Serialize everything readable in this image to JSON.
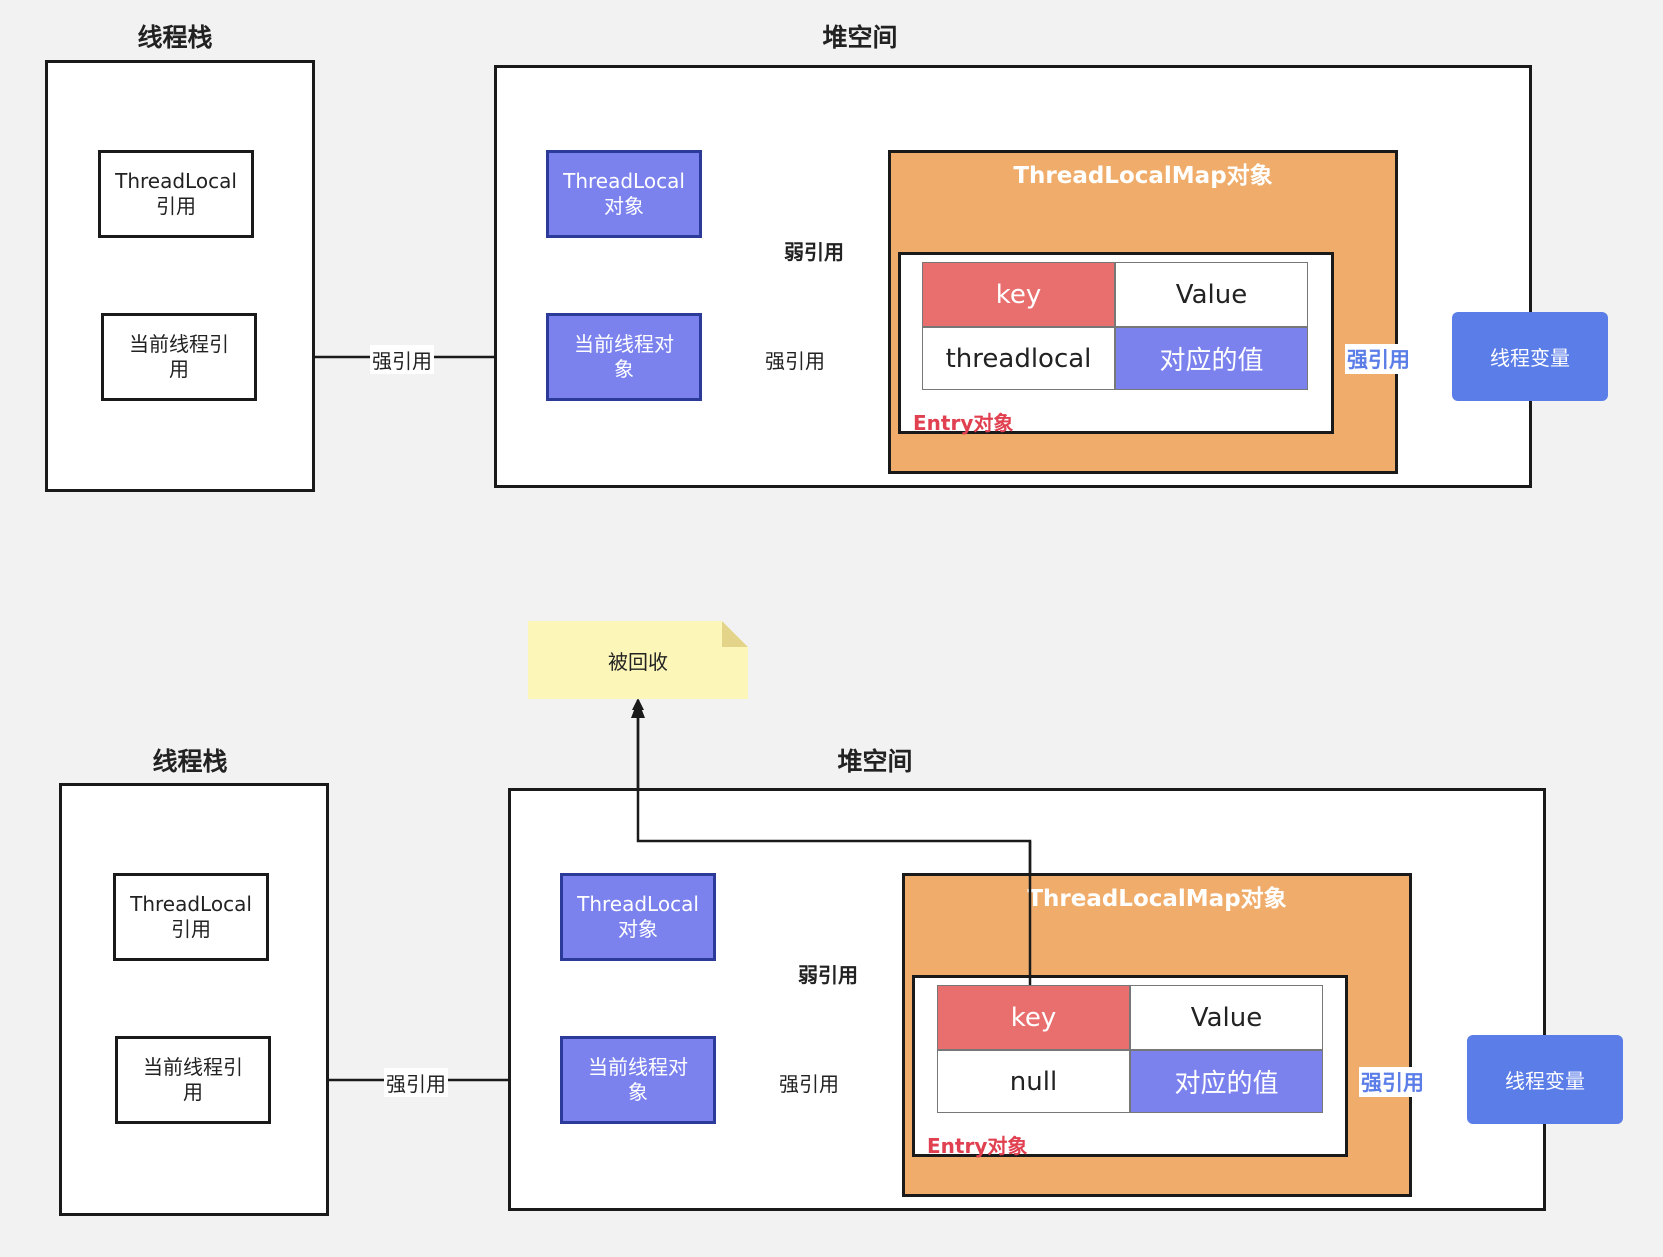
{
  "colors": {
    "background": "#f2f2f2",
    "purple": "#7b82ee",
    "map_orange": "#f0ac6a",
    "key_red": "#e96f6f",
    "thread_var_blue": "#5b7de8",
    "weak_ref_red": "#e96f6f",
    "entry_label_red": "#e04050",
    "note_yellow": "#fcf6b8"
  },
  "diagrams": [
    {
      "thread_stack_title": "线程栈",
      "heap_title": "堆空间",
      "threadlocal_ref": "ThreadLocal\n引用",
      "current_thread_ref": "当前线程引\n用",
      "strong_ref_label_1": "强引用",
      "threadlocal_obj": "ThreadLocal\n对象",
      "current_thread_obj": "当前线程对\n象",
      "strong_ref_label_2": "强引用",
      "weak_ref_label": "弱引用",
      "map_title": "ThreadLocalMap对象",
      "entry_label": "Entry对象",
      "table": {
        "key_header": "key",
        "value_header": "Value",
        "key_value": "threadlocal",
        "value_value": "对应的值"
      },
      "strong_ref_label_3": "强引用",
      "thread_var": "线程变量"
    },
    {
      "note": "被回收",
      "thread_stack_title": "线程栈",
      "heap_title": "堆空间",
      "threadlocal_ref": "ThreadLocal\n引用",
      "current_thread_ref": "当前线程引\n用",
      "strong_ref_label_1": "强引用",
      "threadlocal_obj": "ThreadLocal\n对象",
      "current_thread_obj": "当前线程对\n象",
      "strong_ref_label_2": "强引用",
      "weak_ref_label": "弱引用",
      "map_title": "ThreadLocalMap对象",
      "entry_label": "Entry对象",
      "table": {
        "key_header": "key",
        "value_header": "Value",
        "key_value": "null",
        "value_value": "对应的值"
      },
      "strong_ref_label_3": "强引用",
      "thread_var": "线程变量"
    }
  ]
}
